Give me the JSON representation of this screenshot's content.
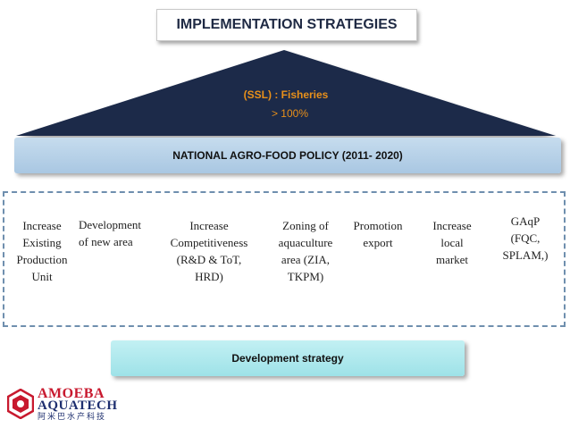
{
  "title": "IMPLEMENTATION STRATEGIES",
  "roof": {
    "line1": "(SSL) : Fisheries",
    "line2": "> 100%"
  },
  "policy": "NATIONAL AGRO-FOOD POLICY (2011- 2020)",
  "items": [
    "Increase\nExisting\nProduction\nUnit",
    "Development\nof new area",
    "Increase\nCompetitiveness\n(R&D & ToT,\nHRD)",
    "Zoning of\naquaculture\narea (ZIA,\nTKPM)",
    "Promotion\nexport",
    "Increase\nlocal\nmarket",
    "GAqP\n(FQC,\nSPLAM,)"
  ],
  "strategy": "Development strategy",
  "logo": {
    "line1": "AMOEBA",
    "line2": "AQUATECH",
    "line3": "阿米巴水产科技"
  },
  "colors": {
    "roof": "#1b2a4a",
    "accent_text": "#e8901a",
    "policy_bar": "#b5d0e8",
    "strategy_bar": "#aee8ed",
    "dashed_border": "#6f8fae"
  }
}
